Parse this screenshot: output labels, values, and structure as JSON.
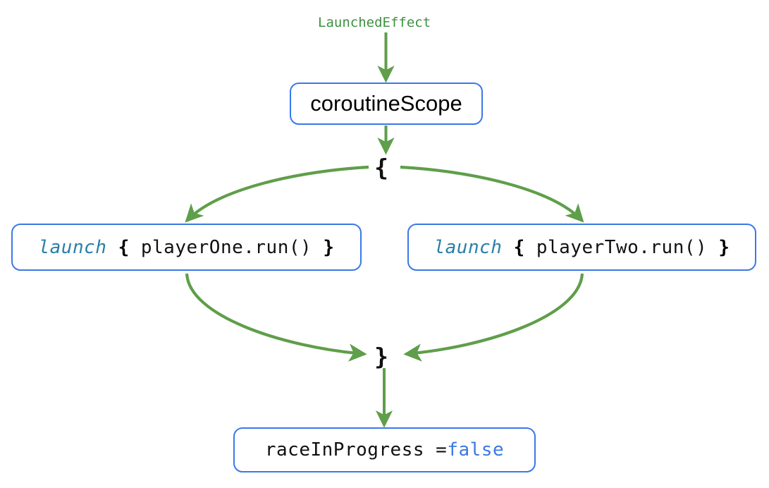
{
  "diagram": {
    "title": "LaunchedEffect coroutineScope race flow",
    "type": "flowchart",
    "colors": {
      "edge_green": "#5f9e4a",
      "node_border_blue": "#3b78e7",
      "keyword_blue": "#3b78e7",
      "keyword_teal": "#2a7fa8",
      "label_green": "#3d9140",
      "text_black": "#111111",
      "background": "#ffffff"
    },
    "entry_label": "LaunchedEffect",
    "nodes": {
      "coroutine_scope": {
        "text": "coroutineScope"
      },
      "brace_open": {
        "text": "{"
      },
      "launch_one": {
        "keyword": "launch",
        "brace_open": "{",
        "body": "playerOne.run()",
        "brace_close": "}",
        "full_text": "launch { playerOne.run() }"
      },
      "launch_two": {
        "keyword": "launch",
        "brace_open": "{",
        "body": "playerTwo.run()",
        "brace_close": "}",
        "full_text": "launch { playerTwo.run() }"
      },
      "brace_close": {
        "text": "}"
      },
      "race_done": {
        "assignment": "raceInProgress = ",
        "value": "false",
        "full_text": "raceInProgress = false"
      }
    },
    "edges": [
      {
        "from": "LaunchedEffect",
        "to": "coroutineScope",
        "style": "straight-arrow"
      },
      {
        "from": "coroutineScope",
        "to": "{",
        "style": "straight-arrow"
      },
      {
        "from": "{",
        "to": "launch { playerOne.run() }",
        "style": "curve-arrow"
      },
      {
        "from": "{",
        "to": "launch { playerTwo.run() }",
        "style": "curve-arrow"
      },
      {
        "from": "launch { playerOne.run() }",
        "to": "}",
        "style": "curve-arrow"
      },
      {
        "from": "launch { playerTwo.run() }",
        "to": "}",
        "style": "curve-arrow"
      },
      {
        "from": "}",
        "to": "raceInProgress = false",
        "style": "straight-arrow"
      }
    ]
  }
}
